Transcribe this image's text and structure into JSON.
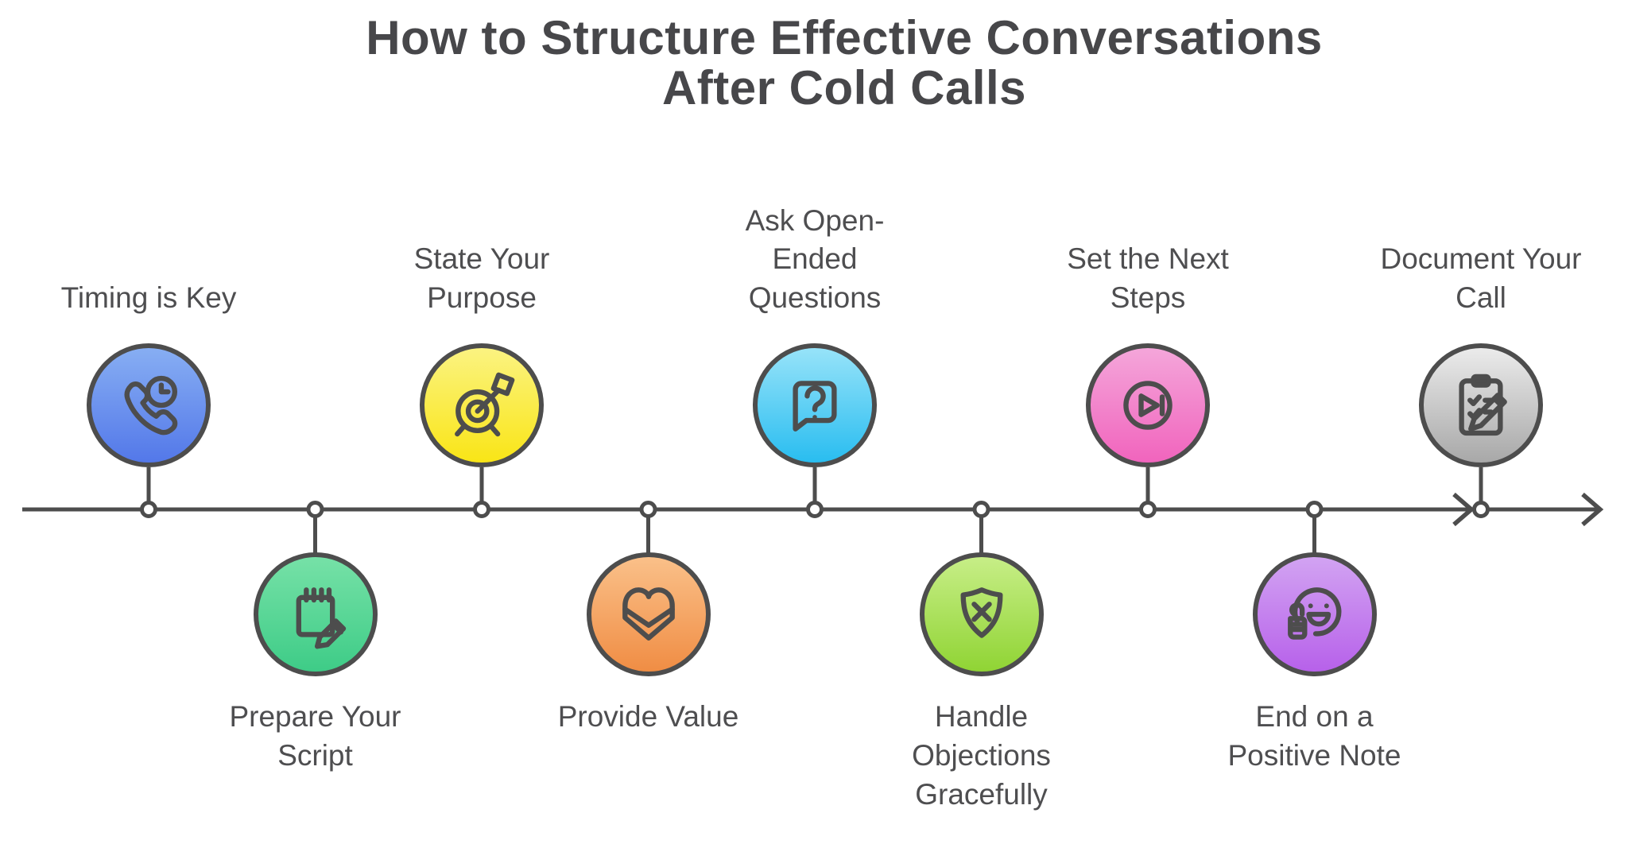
{
  "title": {
    "line1": "How to Structure Effective Conversations",
    "line2": "After Cold Calls"
  },
  "theme": {
    "background": "#FFFFFF",
    "outline_stroke": "#4D4D4D",
    "title_color": "#47474A",
    "label_color": "#4E4E50",
    "node_fill": "#FFFFFF"
  },
  "timeline": {
    "direction": "left-to-right",
    "node_count": 9,
    "arrowheads": [
      "before-last-node",
      "line-end"
    ]
  },
  "steps": [
    {
      "label": "Timing is Key",
      "icon": "phone-clock-icon",
      "side": "top",
      "colors": {
        "top": "#87AEF3",
        "bottom": "#5378E9"
      }
    },
    {
      "label": "Prepare Your\nScript",
      "icon": "notepad-pencil-icon",
      "side": "bottom",
      "colors": {
        "top": "#76E1A7",
        "bottom": "#3ECC87"
      }
    },
    {
      "label": "State Your\nPurpose",
      "icon": "target-arrow-icon",
      "side": "top",
      "colors": {
        "top": "#FBF381",
        "bottom": "#F9E516"
      }
    },
    {
      "label": "Provide Value",
      "icon": "heart-gift-box-icon",
      "side": "bottom",
      "colors": {
        "top": "#FAC089",
        "bottom": "#F08D44"
      }
    },
    {
      "label": "Ask Open-\nEnded\nQuestions",
      "icon": "question-bubble-icon",
      "side": "top",
      "colors": {
        "top": "#97E3F9",
        "bottom": "#29BDF0"
      }
    },
    {
      "label": "Handle\nObjections\nGracefully",
      "icon": "shield-x-icon",
      "side": "bottom",
      "colors": {
        "top": "#C7EE87",
        "bottom": "#90D434"
      }
    },
    {
      "label": "Set the Next\nSteps",
      "icon": "skip-next-icon",
      "side": "top",
      "colors": {
        "top": "#F4A6DA",
        "bottom": "#F164BD"
      }
    },
    {
      "label": "End on a\nPositive Note",
      "icon": "smiley-thumbs-up-icon",
      "side": "bottom",
      "colors": {
        "top": "#D2A3F2",
        "bottom": "#B761EA"
      }
    },
    {
      "label": "Document Your\nCall",
      "icon": "clipboard-checklist-pencil-icon",
      "side": "top",
      "colors": {
        "top": "#EBEBEB",
        "bottom": "#A8A8A8"
      }
    }
  ]
}
